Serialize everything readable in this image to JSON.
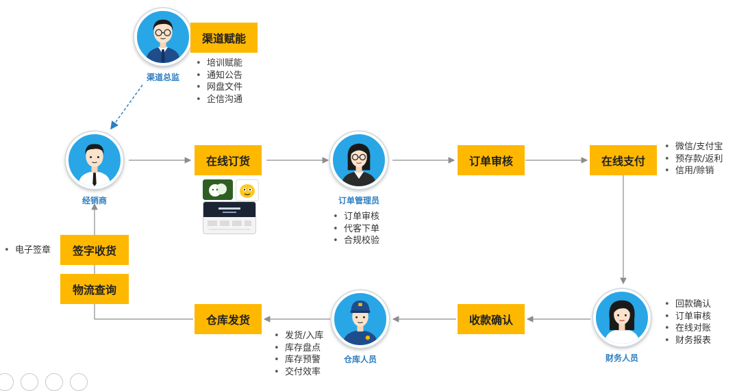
{
  "roles": {
    "channel_director": "渠道总监",
    "dealer": "经销商",
    "order_manager": "订单管理员",
    "finance": "财务人员",
    "warehouse": "仓库人员"
  },
  "steps": {
    "channel_enable": "渠道赋能",
    "online_order": "在线订货",
    "order_review": "订单审核",
    "online_pay": "在线支付",
    "payment_confirm": "收款确认",
    "warehouse_ship": "仓库发货",
    "logistics": "物流查询",
    "sign_receive": "签字收货"
  },
  "lists": {
    "channel_director": [
      "培训赋能",
      "通知公告",
      "网盘文件",
      "企信沟通"
    ],
    "order_manager": [
      "订单审核",
      "代客下单",
      "合规校验"
    ],
    "online_pay": [
      "微信/支付宝",
      "预存款/返利",
      "信用/赊销"
    ],
    "finance": [
      "回款确认",
      "订单审核",
      "在线对账",
      "财务报表"
    ],
    "warehouse": [
      "发货/入库",
      "库存盘点",
      "库存预警",
      "交付效率"
    ],
    "sign_receive": [
      "电子签章"
    ]
  },
  "colors": {
    "step_box": "#FFB800",
    "avatar_bg": "#29A6E6",
    "role_text": "#2F7FC1",
    "arrow": "#8C8C8C",
    "dashed_arrow": "#2F7FC1"
  },
  "icons": {
    "order_channels": [
      "wechat-miniprogram-icon",
      "app-mascot-icon",
      "web-portal-screenshot"
    ]
  }
}
